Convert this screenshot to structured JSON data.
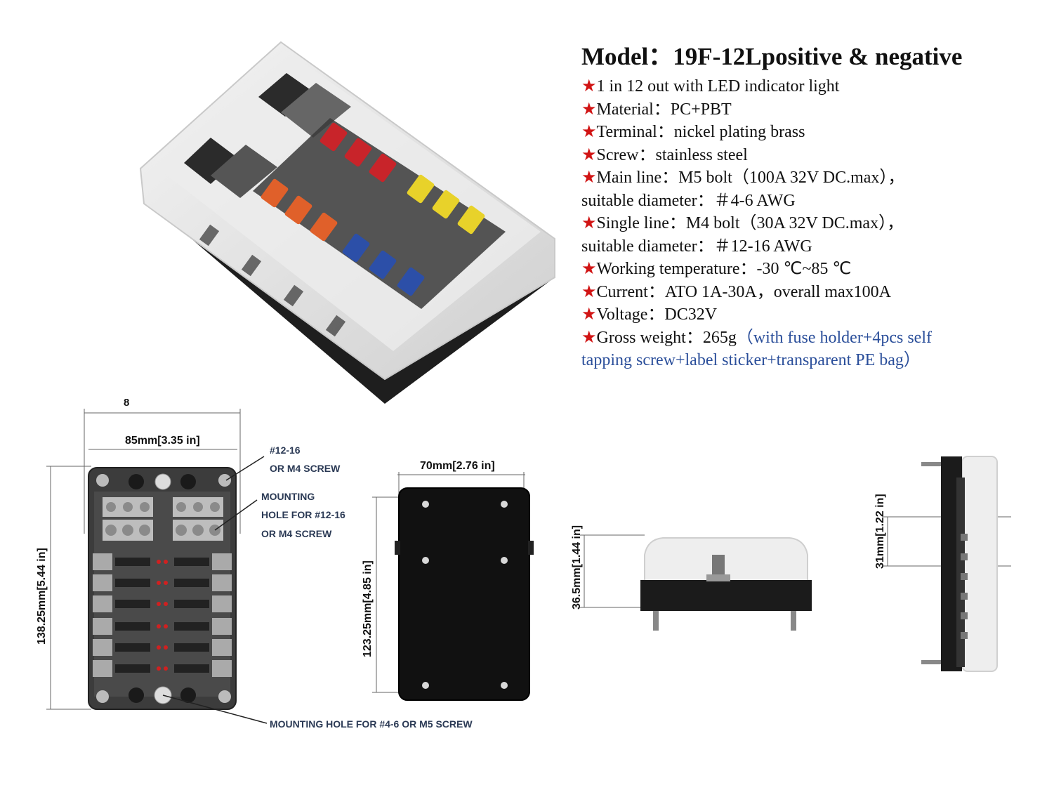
{
  "spec": {
    "title": "Model：19F-12Lpositive & negative",
    "star": "★",
    "lines": [
      "1 in 12 out with LED indicator light",
      "Material：PC+PBT",
      "Terminal：nickel plating brass",
      "Screw：stainless steel",
      "Main line：M5 bolt（100A 32V DC.max），",
      "suitable diameter：＃4-6 AWG",
      "Single line：M4 bolt（30A 32V DC.max），",
      "suitable diameter：＃12-16 AWG",
      "Working temperature：-30 ℃~85 ℃",
      "Current：ATO 1A-30A，overall max100A",
      "Voltage：DC32V",
      "Gross weight：265g"
    ],
    "weight_note_1": "（with fuse holder+4pcs self",
    "weight_note_2": "tapping screw+label sticker+transparent PE bag）"
  },
  "drawing": {
    "front_top_number": "8",
    "front_width": "85mm[3.35 in]",
    "front_height": "138.25mm[5.44 in]",
    "callout_screw_1": "#12-16",
    "callout_screw_2": "OR M4 SCREW",
    "callout_mount_1": "MOUNTING",
    "callout_mount_2": "HOLE FOR #12-16",
    "callout_mount_3": "OR M4 SCREW",
    "callout_bottom": "MOUNTING HOLE FOR #4-6 OR M5 SCREW",
    "back_width": "70mm[2.76 in]",
    "back_height": "123.25mm[4.85 in]",
    "side_height": "36.5mm[1.44 in]",
    "profile_height": "31mm[1.22 in]"
  },
  "colors": {
    "fuse_red": "#c8242a",
    "fuse_orange": "#e0602a",
    "fuse_yellow": "#e8d22a",
    "fuse_blue": "#2c4fa8",
    "star_red": "#d11414",
    "note_blue": "#2a4e9a"
  }
}
